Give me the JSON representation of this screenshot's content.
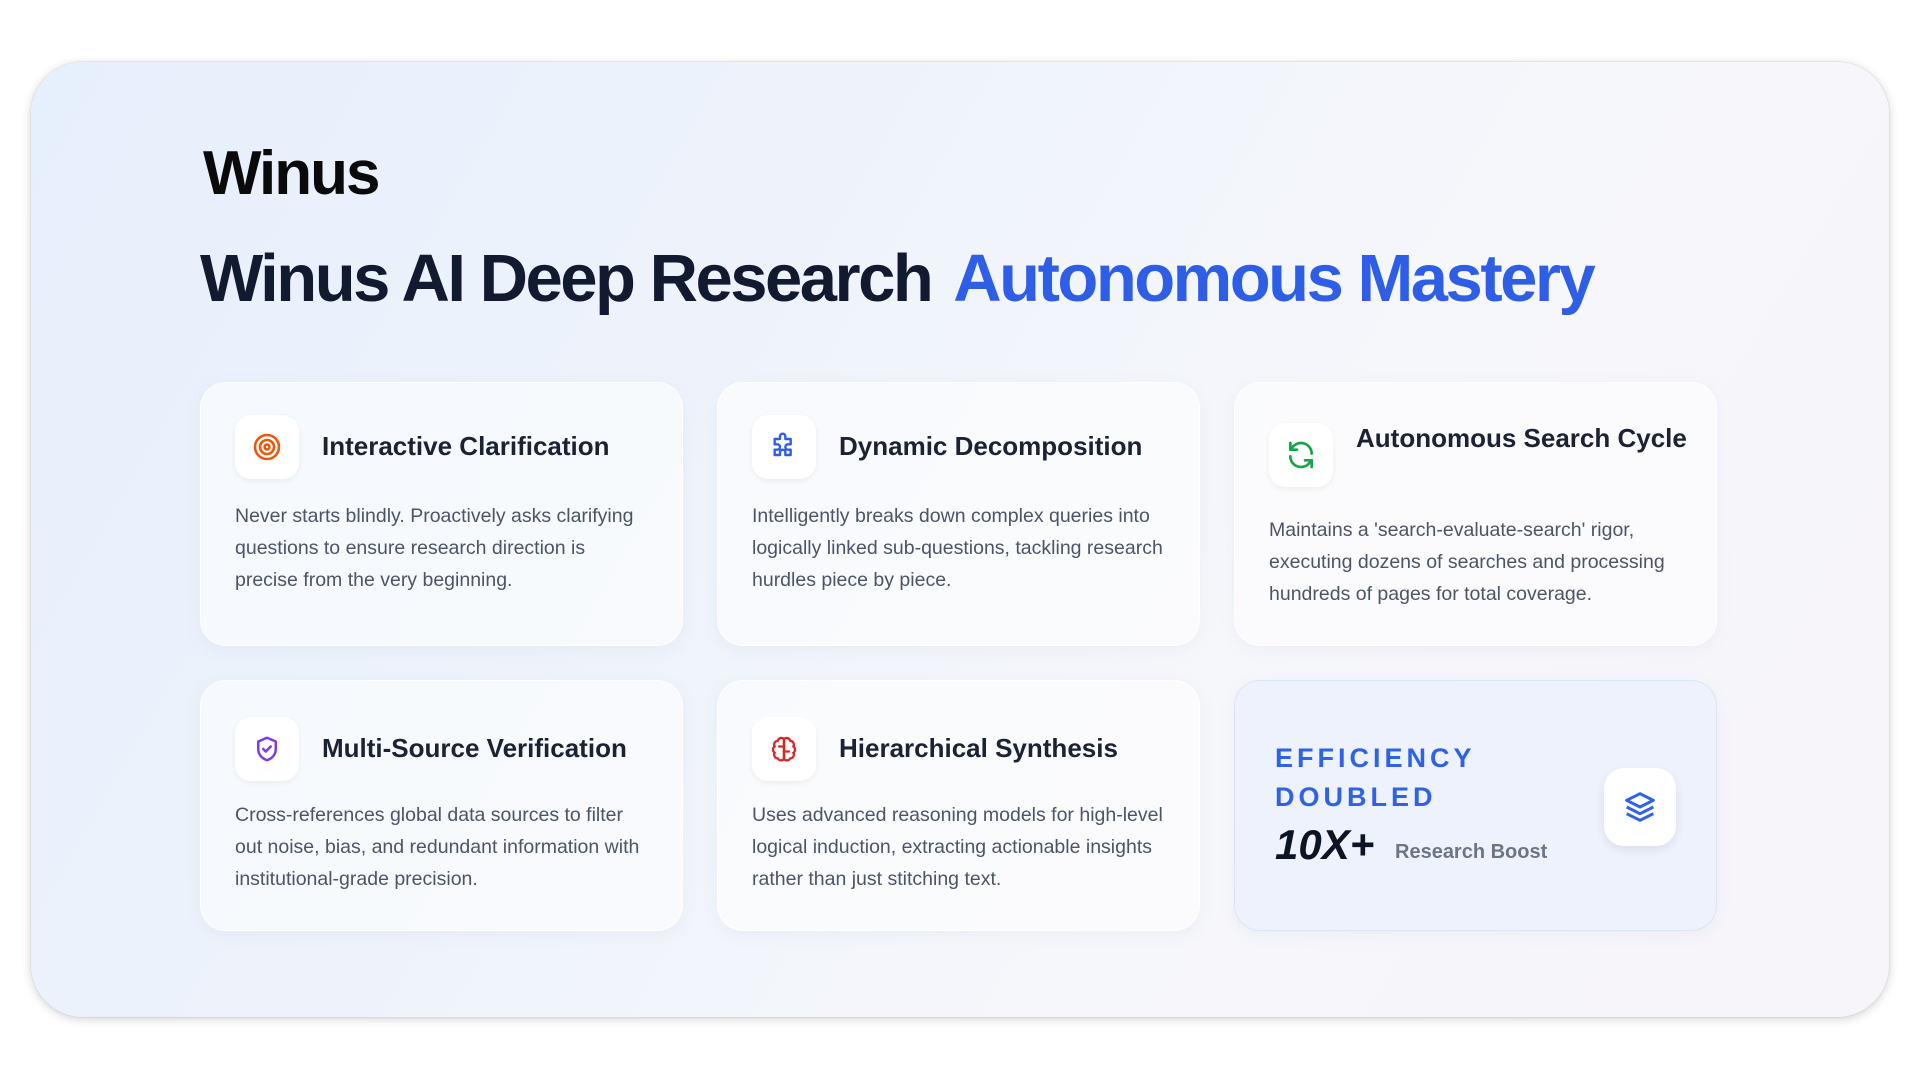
{
  "logo": "Winus",
  "headline": {
    "main": "Winus AI Deep Research",
    "accent": "Autonomous Mastery"
  },
  "features": [
    {
      "title": "Interactive Clarification",
      "icon": "target-icon",
      "desc": "Never starts blindly. Proactively asks clarifying questions to ensure research direction is precise from the very beginning."
    },
    {
      "title": "Dynamic Decomposition",
      "icon": "puzzle-icon",
      "desc": "Intelligently breaks down complex queries into logically linked sub-questions, tackling research hurdles piece by piece."
    },
    {
      "title": "Autonomous Search Cycle",
      "icon": "refresh-icon",
      "desc": "Maintains a 'search-evaluate-search' rigor, executing dozens of searches and processing hundreds of pages for total coverage."
    },
    {
      "title": "Multi-Source Verification",
      "icon": "shield-check-icon",
      "desc": "Cross-references global data sources to filter out noise, bias, and redundant information with institutional-grade precision."
    },
    {
      "title": "Hierarchical Synthesis",
      "icon": "brain-icon",
      "desc": "Uses advanced reasoning models for high-level logical induction, extracting actionable insights rather than just stitching text."
    }
  ],
  "efficiency": {
    "label": "EFFICIENCY DOUBLED",
    "value": "10X+",
    "sub": "Research Boost",
    "icon": "layers-icon"
  },
  "colors": {
    "accent": "#2f5ee6",
    "dark": "#111a2e",
    "orange": "#ea580c",
    "green": "#16a34a",
    "purple": "#7c3aed",
    "red": "#dc2626"
  }
}
